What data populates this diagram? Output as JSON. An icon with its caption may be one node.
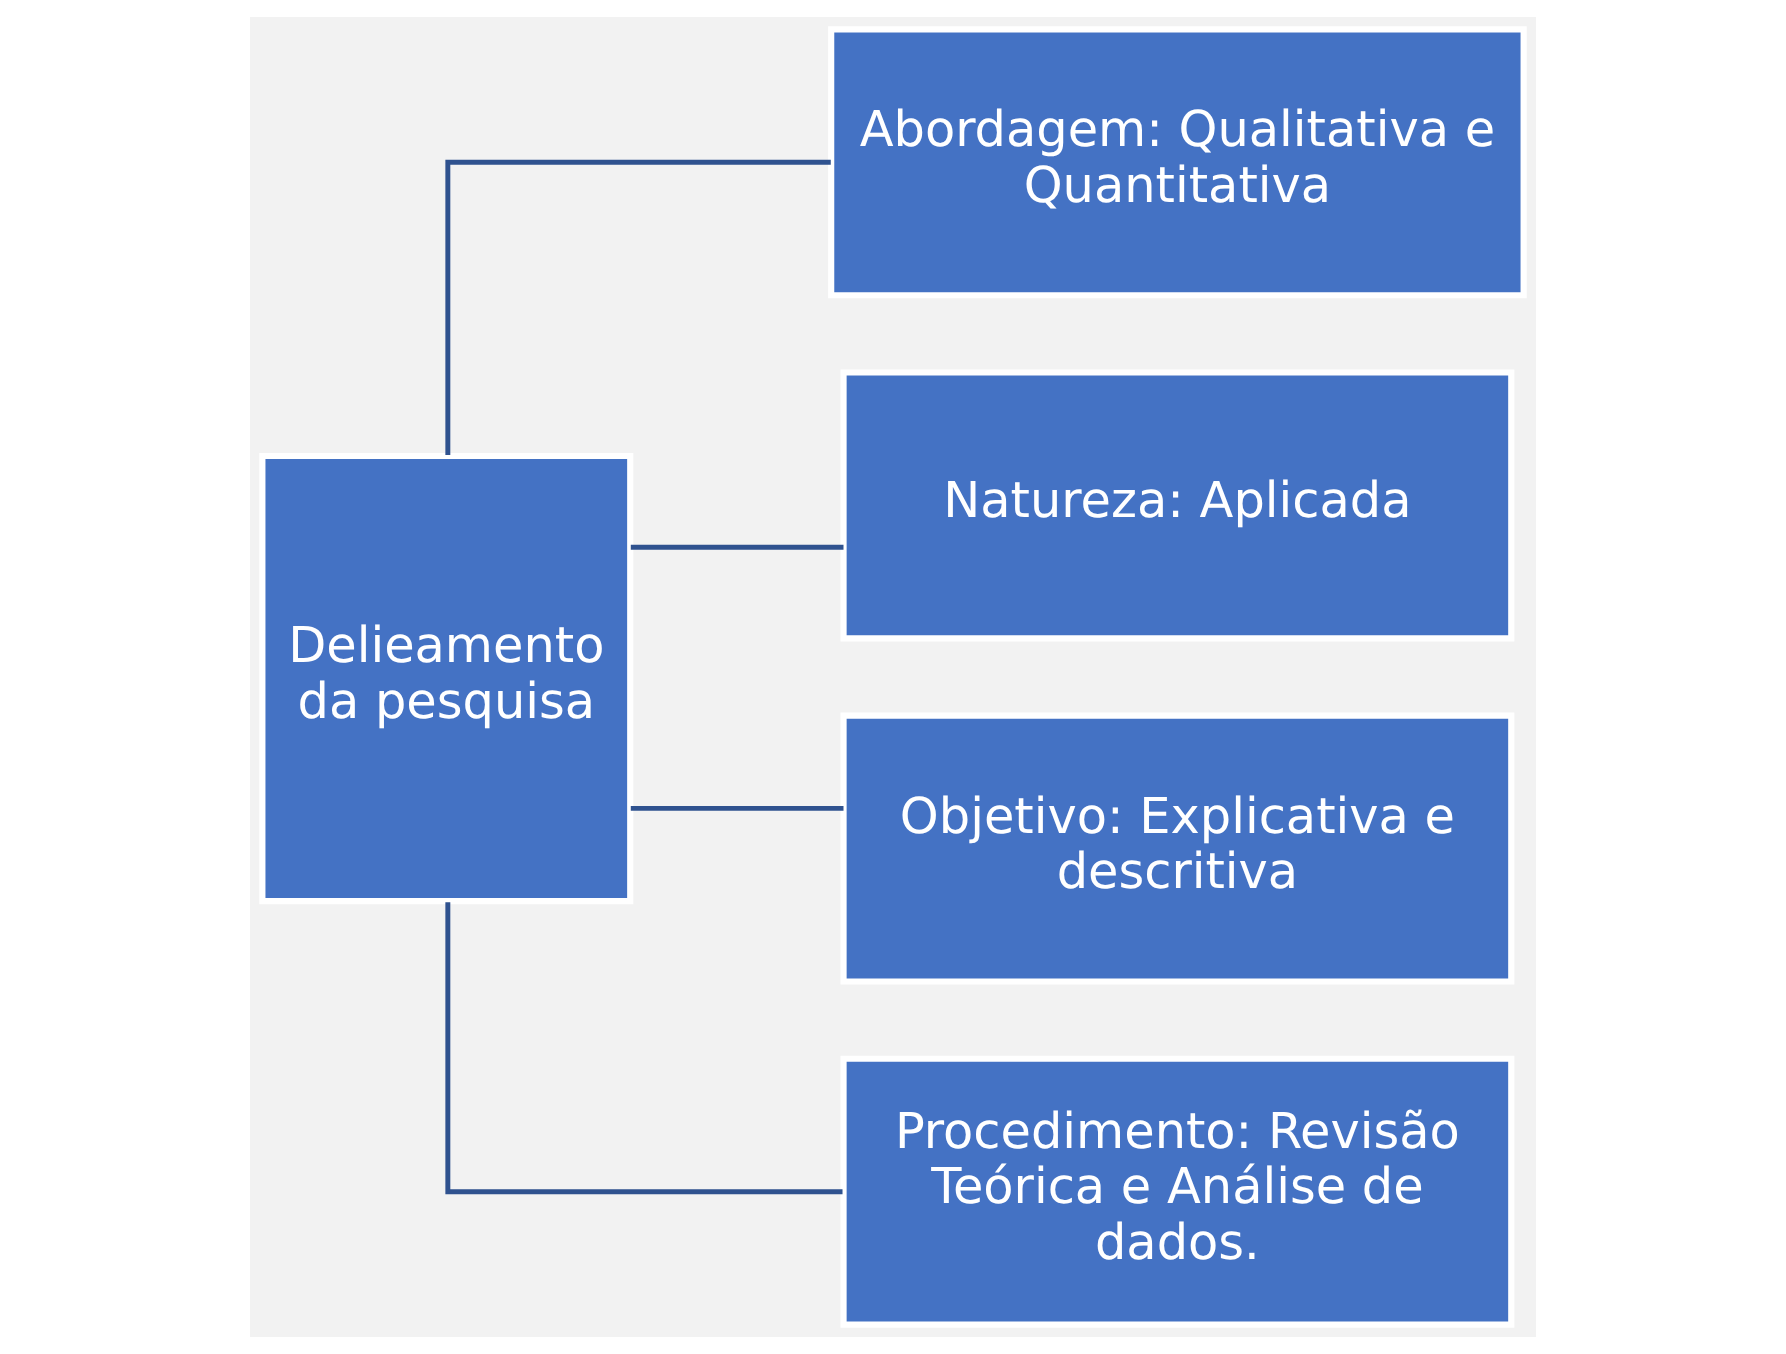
{
  "diagram": {
    "nodes": [
      {
        "text": [
          "Delieamento da pesquisa"
        ]
      },
      {
        "text": [
          "Abordagem: Qualitativa e Quantitativa"
        ]
      },
      {
        "text": [
          "Natureza: Aplicada"
        ]
      },
      {
        "text": [
          "Objetivo: Explicativa e descritiva"
        ]
      },
      {
        "text": [
          "Procedimento: Revisão Teórica e Análise de dados."
        ]
      }
    ],
    "edges": [
      {
        "from": 0,
        "to": 1,
        "arrow": "none"
      },
      {
        "from": 0,
        "to": 2,
        "arrow": "none"
      },
      {
        "from": 0,
        "to": 3,
        "arrow": "none"
      },
      {
        "from": 0,
        "to": 4,
        "arrow": "none"
      }
    ]
  }
}
